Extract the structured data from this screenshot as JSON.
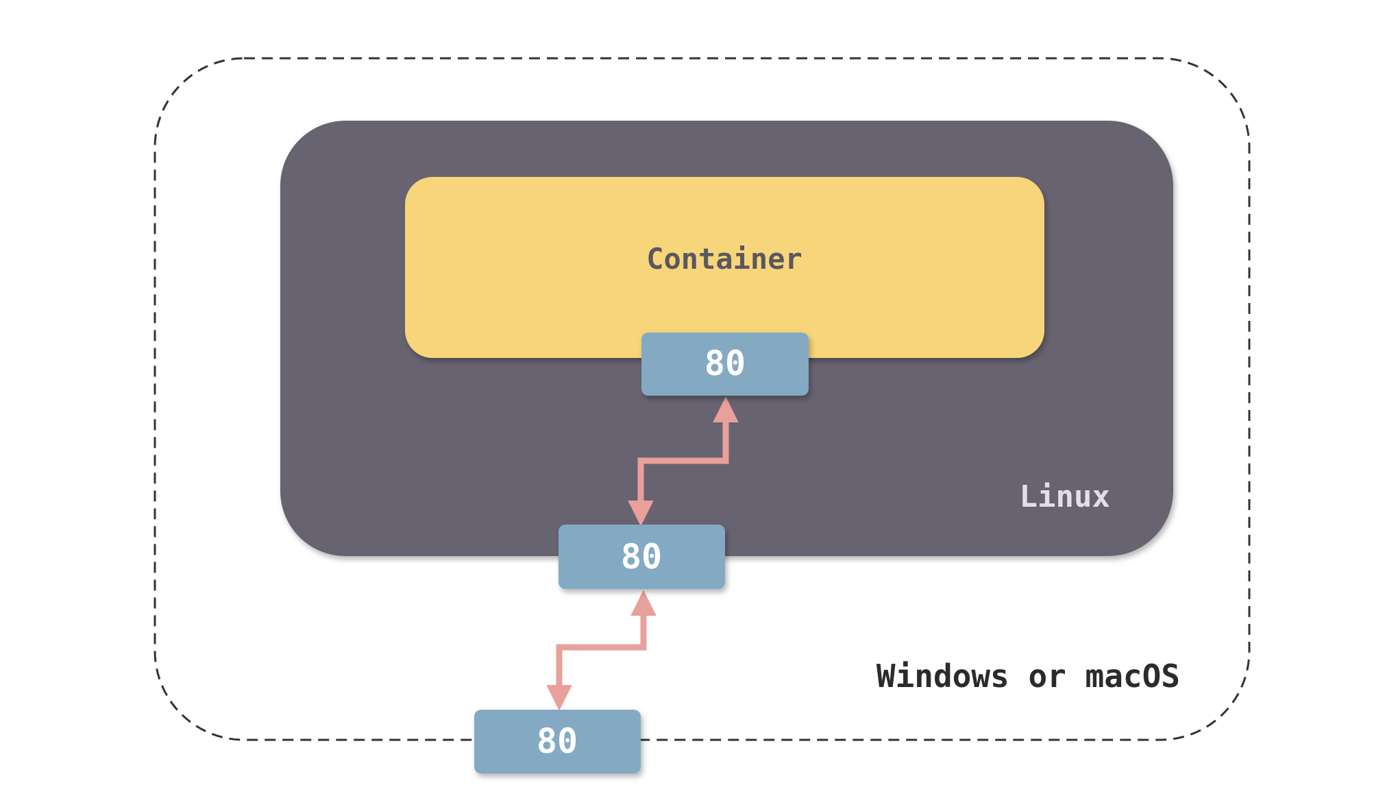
{
  "diagram": {
    "container_label": "Container",
    "linux_label": "Linux",
    "host_label": "Windows or macOS",
    "ports": {
      "container_port": "80",
      "linux_port": "80",
      "host_port": "80"
    }
  },
  "colors": {
    "background": "#ffffff",
    "host_border": "#333333",
    "linux_fill": "#67646f",
    "container_fill": "#f7d57a",
    "port_fill": "#84a9c3",
    "arrow": "#e8a09a",
    "container_text": "#5a5760",
    "linux_text": "#e2e0e6",
    "host_text": "#2b2b2b",
    "port_text": "#ffffff"
  }
}
